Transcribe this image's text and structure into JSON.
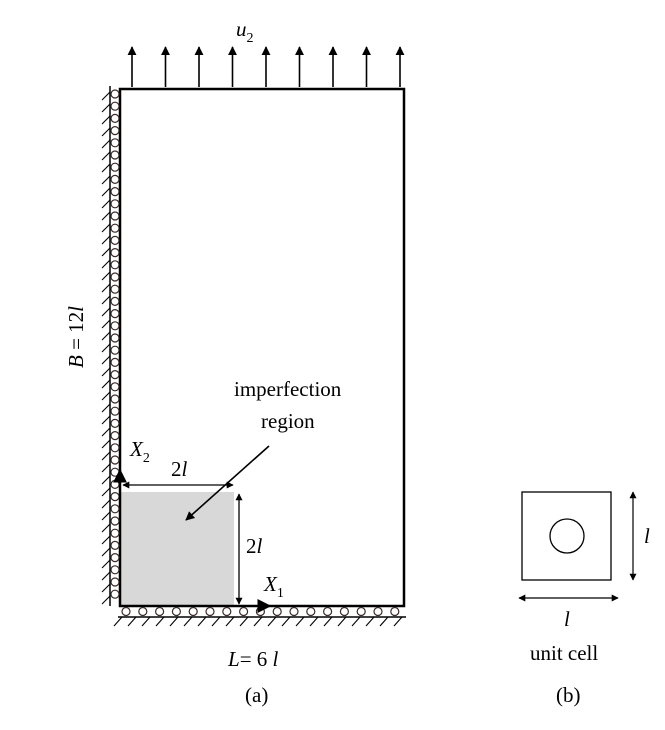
{
  "figure_a": {
    "load_symbol": "u",
    "load_subscript": "2",
    "height_label": {
      "var": "B",
      "eq": " = 12",
      "unit": "l"
    },
    "width_label": {
      "var": "L",
      "eq": "= 6 ",
      "unit": "l"
    },
    "axis_x2": {
      "letter": "X",
      "sub": "2"
    },
    "axis_x1": {
      "letter": "X",
      "sub": "1"
    },
    "dim_horizontal": {
      "num": "2",
      "unit": "l"
    },
    "dim_vertical": {
      "num": "2",
      "unit": "l"
    },
    "imperfection_line1": "imperfection",
    "imperfection_line2": "region",
    "caption": "(a)"
  },
  "figure_b": {
    "size_label_right": "l",
    "size_label_bottom": "l",
    "name": "unit cell",
    "caption": "(b)"
  },
  "colors": {
    "stroke": "#000000",
    "imperfection_fill": "#d8d8d8",
    "roller_stroke": "#3a2a2a"
  }
}
